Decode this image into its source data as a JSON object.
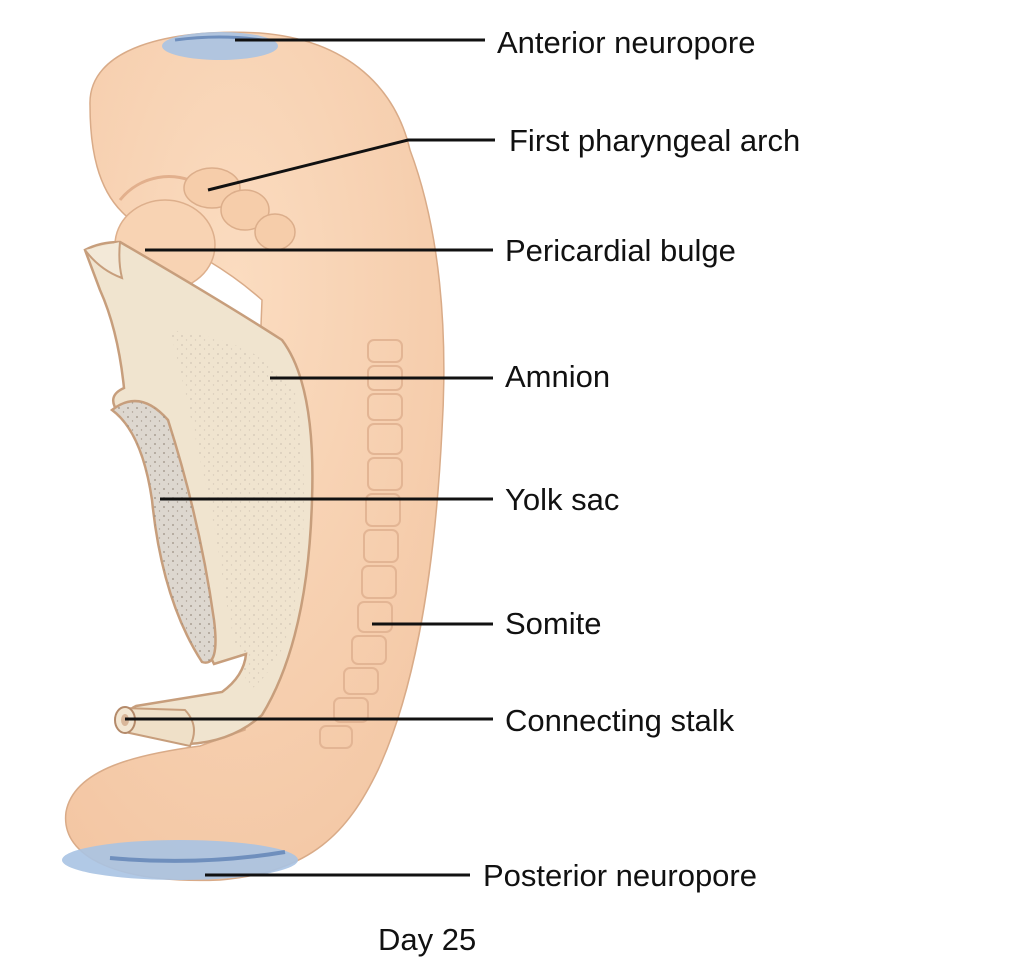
{
  "labels": {
    "anterior_neuropore": "Anterior neuropore",
    "first_pharyngeal_arch": "First pharyngeal arch",
    "pericardial_bulge": "Pericardial bulge",
    "amnion": "Amnion",
    "yolk_sac": "Yolk sac",
    "somite": "Somite",
    "connecting_stalk": "Connecting stalk",
    "posterior_neuropore": "Posterior neuropore"
  },
  "caption": "Day 25",
  "colors": {
    "embryo_skin": "#f7d2b2",
    "amnion": "#f0e4cf",
    "yolk_sac": "#ddd7cf",
    "neuropore": "#a9c3e3",
    "outline": "#c79e7c"
  }
}
